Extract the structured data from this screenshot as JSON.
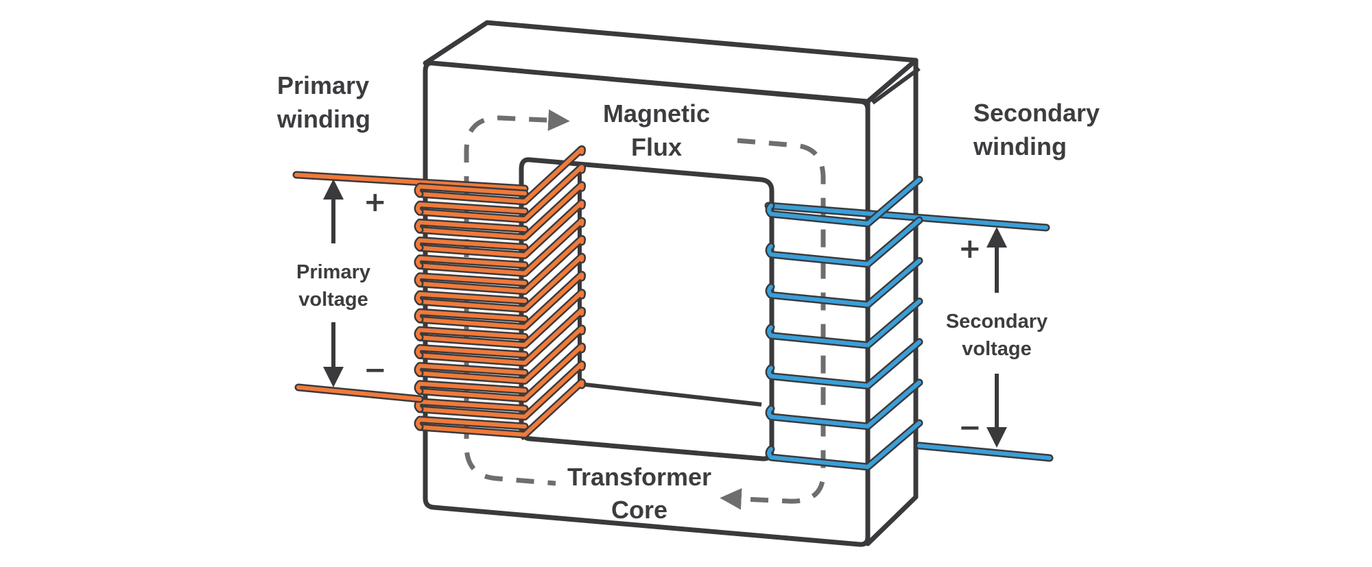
{
  "labels": {
    "primary_winding": [
      "Primary",
      "winding"
    ],
    "secondary_winding": [
      "Secondary",
      "winding"
    ],
    "magnetic_flux": [
      "Magnetic",
      "Flux"
    ],
    "transformer_core": [
      "Transformer",
      "Core"
    ],
    "primary_voltage": [
      "Primary",
      "voltage"
    ],
    "secondary_voltage": [
      "Secondary",
      "voltage"
    ],
    "plus": "+",
    "minus": "−"
  },
  "windings": {
    "primary_turns": 14,
    "secondary_turns": 7
  },
  "colors": {
    "outline": "#3a3a3d",
    "text": "#3d3d40",
    "flux": "#6e6e6e",
    "primary_wire": "#f07a3a",
    "secondary_wire": "#3a9fd8",
    "background": "#ffffff"
  }
}
